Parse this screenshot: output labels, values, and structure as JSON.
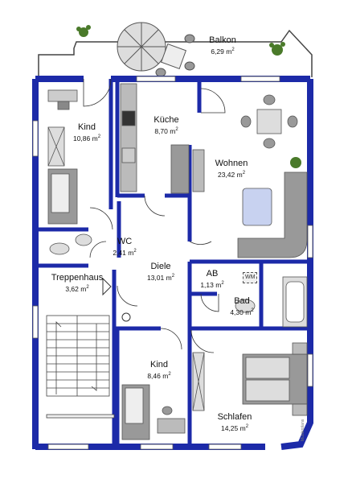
{
  "rooms": [
    {
      "id": "balkon",
      "name": "Balkon",
      "area": "6,29 m",
      "unit_exp": "2"
    },
    {
      "id": "kind1",
      "name": "Kind",
      "area": "10,86 m",
      "unit_exp": "2"
    },
    {
      "id": "kueche",
      "name": "Küche",
      "area": "8,70 m",
      "unit_exp": "2"
    },
    {
      "id": "wohnen",
      "name": "Wohnen",
      "area": "23,42 m",
      "unit_exp": "2"
    },
    {
      "id": "wc",
      "name": "WC",
      "area": "2,41 m",
      "unit_exp": "2"
    },
    {
      "id": "diele",
      "name": "Diele",
      "area": "13,01 m",
      "unit_exp": "2"
    },
    {
      "id": "treppenhaus",
      "name": "Treppenhaus",
      "area": "3,62 m",
      "unit_exp": "2"
    },
    {
      "id": "ab",
      "name": "AB",
      "area": "1,13 m",
      "unit_exp": "2"
    },
    {
      "id": "bad",
      "name": "Bad",
      "area": "4,30 m",
      "unit_exp": "2"
    },
    {
      "id": "kind2",
      "name": "Kind",
      "area": "8,46 m",
      "unit_exp": "2"
    },
    {
      "id": "schlafen",
      "name": "Schlafen",
      "area": "14,25 m",
      "unit_exp": "2"
    }
  ],
  "appliance": {
    "wm": "WM"
  },
  "credit": "Musterplans",
  "colors": {
    "wall": "#1c2aa8",
    "floor": "#ffffff",
    "furniture": "#8a8a8a",
    "window": "#ffffff"
  }
}
